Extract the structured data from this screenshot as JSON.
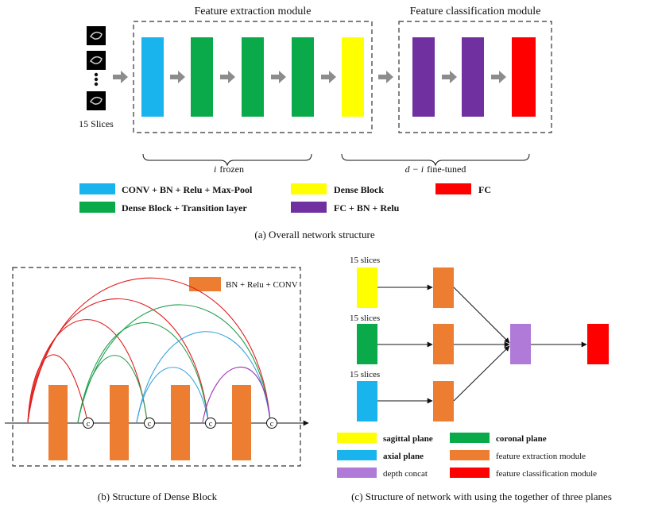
{
  "panel_a": {
    "extraction_title": "Feature extraction module",
    "classification_title": "Feature classification module",
    "slices_label": "15 Slices",
    "frozen_var": "i",
    "frozen_text": "frozen",
    "finetuned_var": "d − i",
    "finetuned_text": "fine-tuned",
    "legend": [
      {
        "label": "CONV + BN + Relu + Max-Pool",
        "color": "#19b4ee"
      },
      {
        "label": "Dense Block + Transition layer",
        "color": "#0aaa4a"
      },
      {
        "label": "Dense Block",
        "color": "#ffff00"
      },
      {
        "label": "FC + BN + Relu",
        "color": "#7030a0"
      },
      {
        "label": "FC",
        "color": "#ff0000"
      }
    ],
    "caption": "(a)  Overall network structure"
  },
  "panel_b": {
    "legend_label": "BN + Relu + CONV",
    "legend_color": "#ed7d31",
    "concat_symbol": "c",
    "caption": "(b)  Structure of Dense Block"
  },
  "panel_c": {
    "slices_label": "15 slices",
    "legend": [
      {
        "label": "sagittal plane",
        "color": "#ffff00",
        "bold": true
      },
      {
        "label": "coronal plane",
        "color": "#0aaa4a",
        "bold": true
      },
      {
        "label": "axial plane",
        "color": "#19b4ee",
        "bold": true
      },
      {
        "label": "feature extraction module",
        "color": "#ed7d31",
        "bold": false
      },
      {
        "label": "depth concat",
        "color": "#b07ad8",
        "bold": false
      },
      {
        "label": "feature classification module",
        "color": "#ff0000",
        "bold": false
      }
    ],
    "caption": "(c)  Structure of network with using the together of three planes"
  },
  "colors": {
    "cyan": "#19b4ee",
    "green": "#0aaa4a",
    "yellow": "#ffff00",
    "purple": "#7030a0",
    "red": "#ff0000",
    "orange": "#ed7d31",
    "lavender": "#b07ad8",
    "arrow_gray": "#8c8c8c",
    "arc_red": "#e02020",
    "arc_green": "#22a050",
    "arc_blue": "#3ba3e0",
    "arc_purple": "#9a30b0"
  }
}
